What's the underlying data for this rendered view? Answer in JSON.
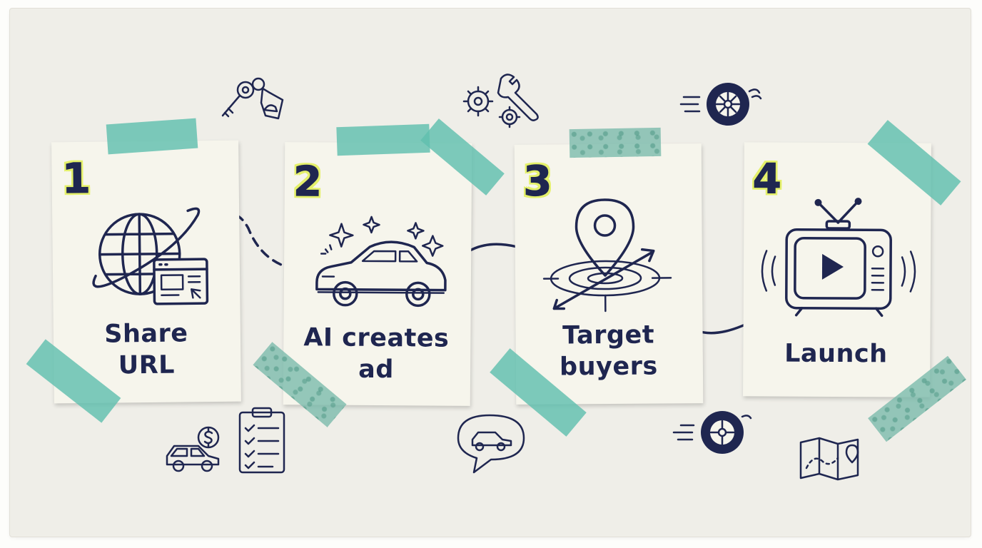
{
  "steps": [
    {
      "number": "1",
      "label_line1": "Share",
      "label_line2": "URL"
    },
    {
      "number": "2",
      "label_line1": "AI creates",
      "label_line2": "ad"
    },
    {
      "number": "3",
      "label_line1": "Target",
      "label_line2": "buyers"
    },
    {
      "number": "4",
      "label_line1": "Launch",
      "label_line2": ""
    }
  ],
  "icons": {
    "step1": "globe-browser-icon",
    "step2": "sparkling-car-icon",
    "step3": "location-target-icon",
    "step4": "retro-tv-play-icon"
  },
  "colors": {
    "ink": "#1f2650",
    "highlight": "#e4f06a",
    "tape": "#60c0ae",
    "card": "#f6f5ec",
    "paper": "#efeee8"
  }
}
